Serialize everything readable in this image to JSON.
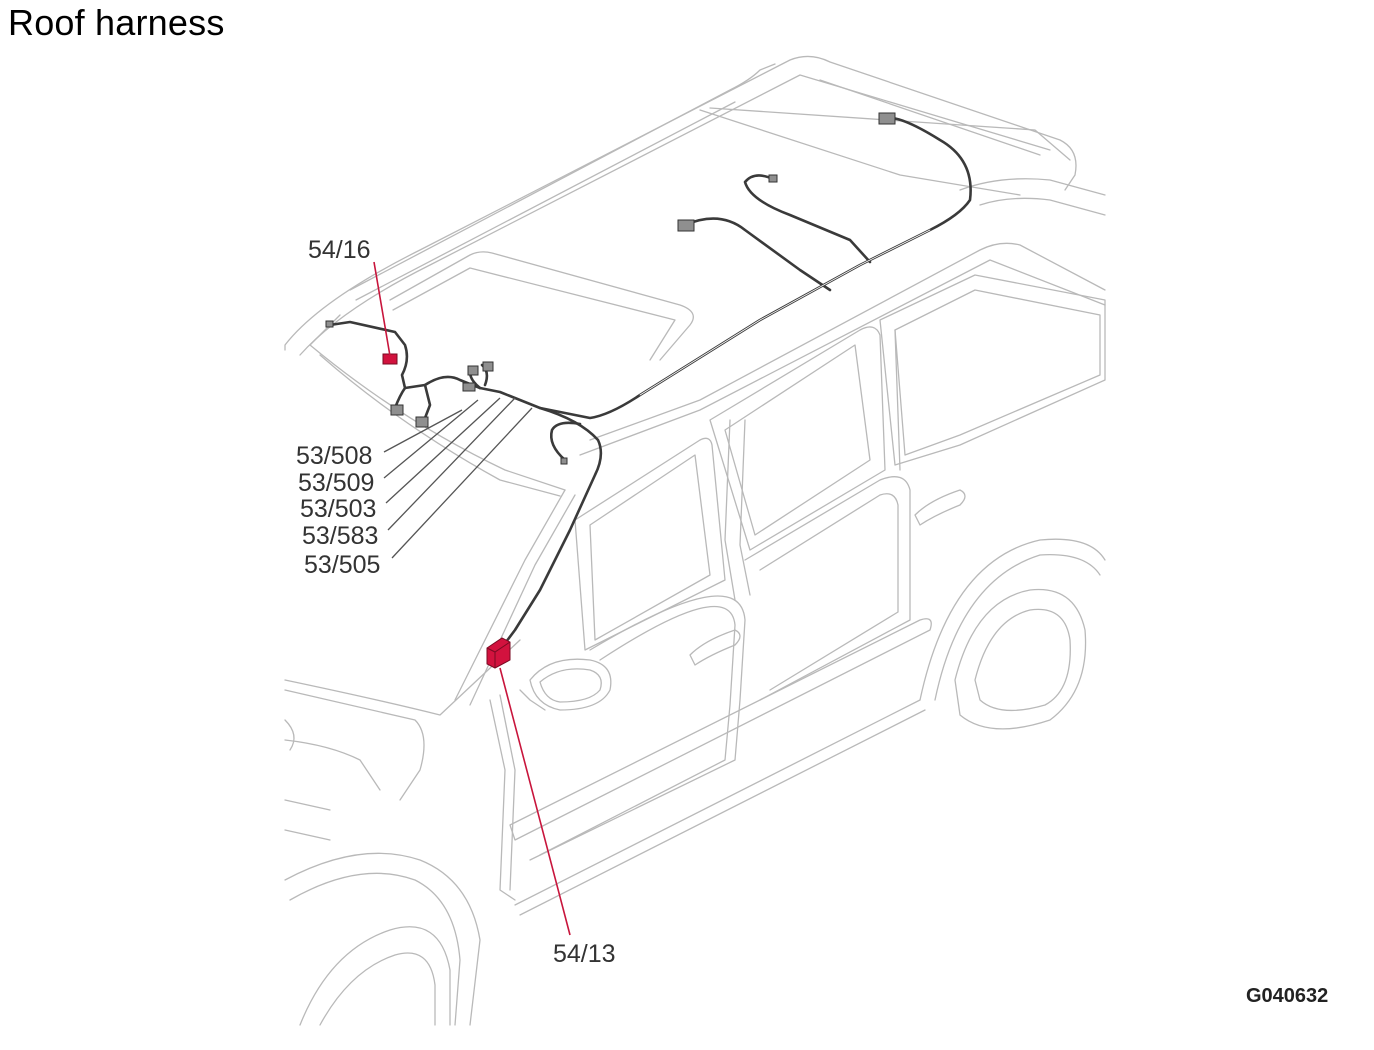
{
  "title": "Roof harness",
  "figure_id": "G040632",
  "callouts": [
    {
      "id": "c1",
      "label": "54/16"
    },
    {
      "id": "c2",
      "label": "53/508"
    },
    {
      "id": "c3",
      "label": "53/509"
    },
    {
      "id": "c4",
      "label": "53/503"
    },
    {
      "id": "c5",
      "label": "53/583"
    },
    {
      "id": "c6",
      "label": "53/505"
    },
    {
      "id": "c7",
      "label": "54/13"
    }
  ],
  "colors": {
    "highlight": "#d2123e",
    "wire": "#3a3a3a",
    "outline": "#b9b9b9"
  }
}
